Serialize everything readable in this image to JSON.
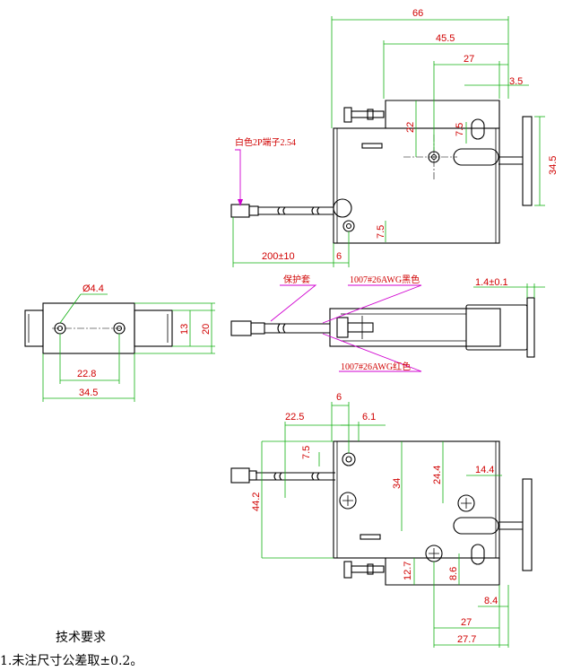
{
  "dims": {
    "w66": "66",
    "w45_5": "45.5",
    "w27_top": "27",
    "w3_5": "3.5",
    "h22": "22",
    "h7_5_top": "7.5",
    "h34_5": "34.5",
    "h7_5_low": "7.5",
    "l200": "200±10",
    "l6": "6",
    "d4_4": "Ø4.4",
    "h13": "13",
    "h20": "20",
    "w22_8": "22.8",
    "w34_5": "34.5",
    "w1_4": "1.4±0.1",
    "b6": "6",
    "b22_5": "22.5",
    "b6_1": "6.1",
    "b7_5": "7.5",
    "b44_2": "44.2",
    "b34": "34",
    "b24_4": "24.4",
    "b14_4": "14.4",
    "b12_7": "12.7",
    "b8_6": "8.6",
    "b8_4": "8.4",
    "b27": "27",
    "b27_7": "27.7"
  },
  "notes": {
    "terminal": "白色2P端子2.54",
    "sleeve": "保护套",
    "wire_black": "1007#26AWG黑色",
    "wire_red": "1007#26AWG红色"
  },
  "requirements": {
    "title": "技术要求",
    "item1": "1.未注尺寸公差取±0.2。"
  },
  "colors": {
    "dimension": "#d00000",
    "extension": "#12b012",
    "leader": "#d000d0",
    "outline": "#000000"
  }
}
